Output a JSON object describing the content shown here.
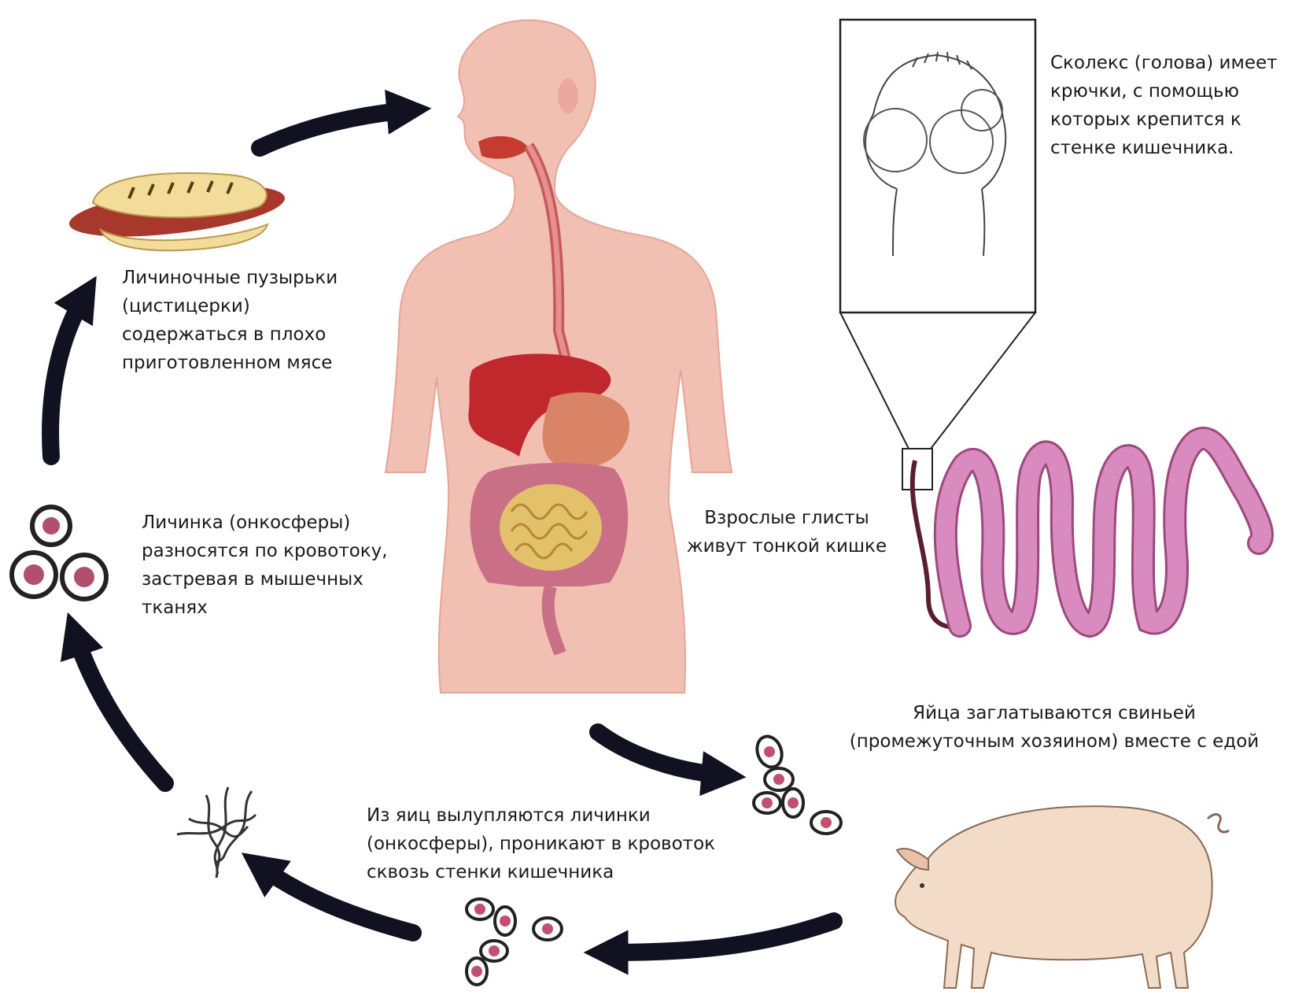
{
  "labels": {
    "scolex": "Сколекс (голова) имеет\nкрючки, с помощью\nкоторых крепится к\nстенке кишечника.",
    "cysticerci": "Личиночные пузырьки\n(цистицерки)\nсодержаться в плохо\nприготовленном мясе",
    "oncospheres_blood": "Личинка (онкосферы)\nразносятся по кровотоку,\nзастревая в мышечных\nтканях",
    "adults": "Взрослые глисты\nживут тонкой кишке",
    "eggs_pig": "Яйца заглатываются свиньей\n(промежуточным хозяином) вместе с едой",
    "hatch": "Из яиц вылупляются личинки\n(онкосферы), проникают в кровоток\nсквозь стенки кишечника"
  },
  "colors": {
    "skin": "#f2bfb3",
    "arrow": "#111122",
    "liver": "#c0282e",
    "intestine": "#c97086",
    "small_intestine": "#e3c06a",
    "worm": "#d98bbf",
    "pig": "#f3dcc7",
    "bun": "#f3dc9a",
    "sausage": "#a8372c"
  }
}
